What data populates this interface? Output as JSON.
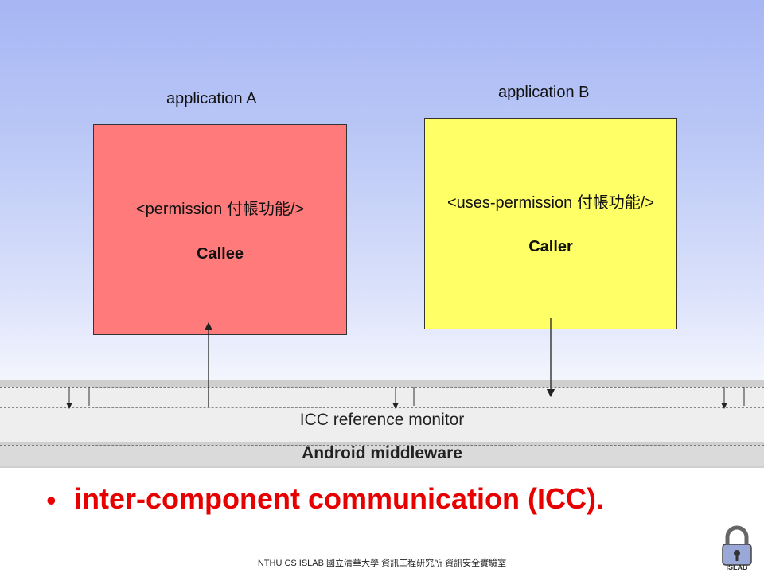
{
  "diagram": {
    "app_a": {
      "label": "application A",
      "declaration": "<permission 付帳功能/>",
      "role": "Callee",
      "color": "#ff7b7b"
    },
    "app_b": {
      "label": "application B",
      "declaration": "<uses-permission 付帳功能/>",
      "role": "Caller",
      "color": "#ffff66"
    },
    "layers": {
      "icc_monitor": "ICC reference monitor",
      "middleware": "Android middleware"
    }
  },
  "bullet": {
    "text": "inter-component communication (ICC).",
    "color": "#e60000"
  },
  "footer": {
    "text": "NTHU CS ISLAB 國立清華大學 資訊工程研究所 資訊安全實驗室"
  },
  "logo": {
    "text": "ISLAB",
    "icon": "lock-icon"
  }
}
